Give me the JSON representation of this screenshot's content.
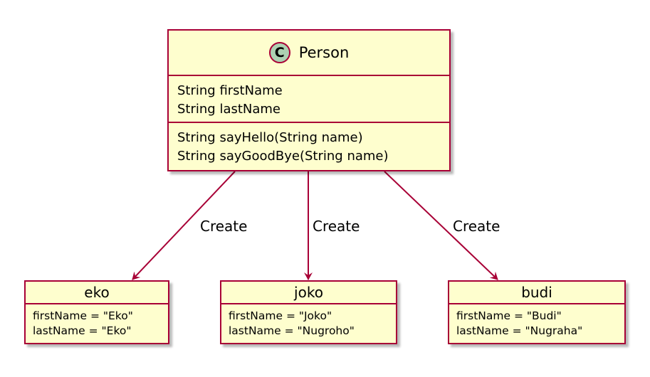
{
  "class": {
    "badge": "C",
    "name": "Person",
    "attributes": [
      "String firstName",
      "String lastName"
    ],
    "methods": [
      "String sayHello(String name)",
      "String sayGoodBye(String name)"
    ]
  },
  "objects": [
    {
      "name": "eko",
      "fields": [
        "firstName = \"Eko\"",
        "lastName = \"Eko\""
      ]
    },
    {
      "name": "joko",
      "fields": [
        "firstName = \"Joko\"",
        "lastName = \"Nugroho\""
      ]
    },
    {
      "name": "budi",
      "fields": [
        "firstName = \"Budi\"",
        "lastName = \"Nugraha\""
      ]
    }
  ],
  "edges": [
    {
      "label": "Create"
    },
    {
      "label": "Create"
    },
    {
      "label": "Create"
    }
  ],
  "colors": {
    "border": "#A80036",
    "fill": "#FEFECE",
    "badge": "#ADD1B2"
  }
}
